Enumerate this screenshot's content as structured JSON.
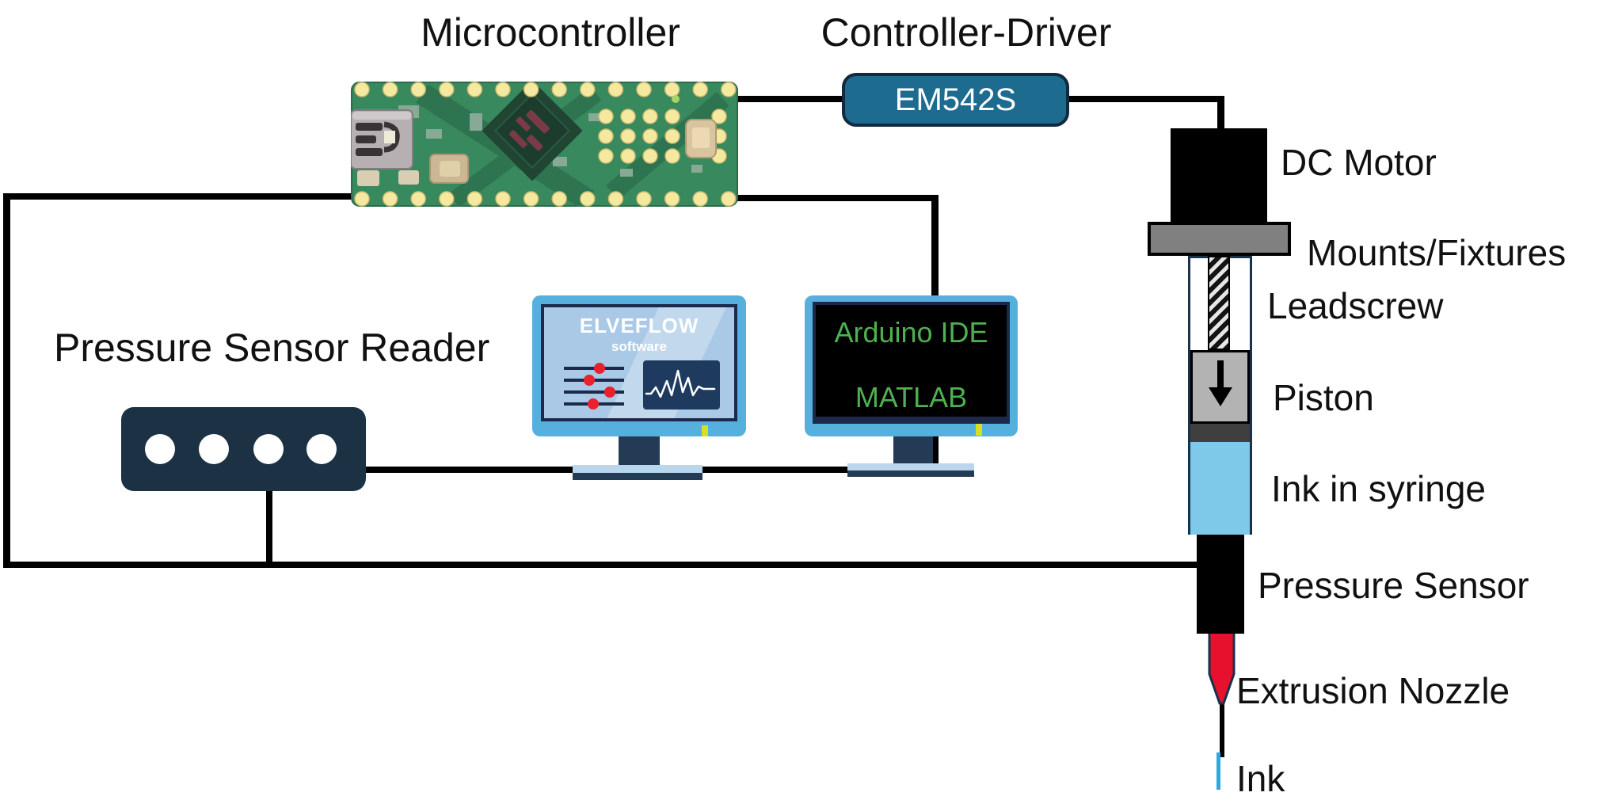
{
  "diagram": {
    "titles": {
      "microcontroller": "Microcontroller",
      "controller_driver": "Controller-Driver",
      "pressure_sensor_reader": "Pressure Sensor Reader"
    },
    "driver_module": {
      "label": "EM542S"
    },
    "monitors": {
      "elveflow": {
        "brand": "ELVEFLOW",
        "sub": "software"
      },
      "ide": {
        "line1": "Arduino IDE",
        "line2": "MATLAB"
      }
    },
    "extruder_labels": {
      "dc_motor": "DC Motor",
      "mounts": "Mounts/Fixtures",
      "leadscrew": "Leadscrew",
      "piston": "Piston",
      "ink_syringe": "Ink in syringe",
      "pressure_sensor": "Pressure Sensor",
      "nozzle": "Extrusion Nozzle",
      "ink": "Ink"
    },
    "colors": {
      "driver_fill": "#1d6b8f",
      "driver_border": "#12293f",
      "reader_fill": "#1c3144",
      "monitor_frame_blue": "#56b0dd",
      "screen_light_blue": "#a9c9e6",
      "screen_black": "#000000",
      "screen_text_green": "#4db151",
      "dark_navy": "#1b2a4a",
      "stand_navy": "#243b55",
      "mounts_gray": "#808080",
      "piston_gray": "#b3b3b3",
      "syringe_ink_blue": "#7ec9ea",
      "nozzle_red": "#e8112d",
      "ink_stream_blue": "#29abe2",
      "pcb_green": "#38895e",
      "pad_yellow": "#f5e9a0",
      "slider_knob_red": "#e8212d",
      "indicator_yellow": "#d7df23",
      "wire_black": "#000000"
    }
  }
}
